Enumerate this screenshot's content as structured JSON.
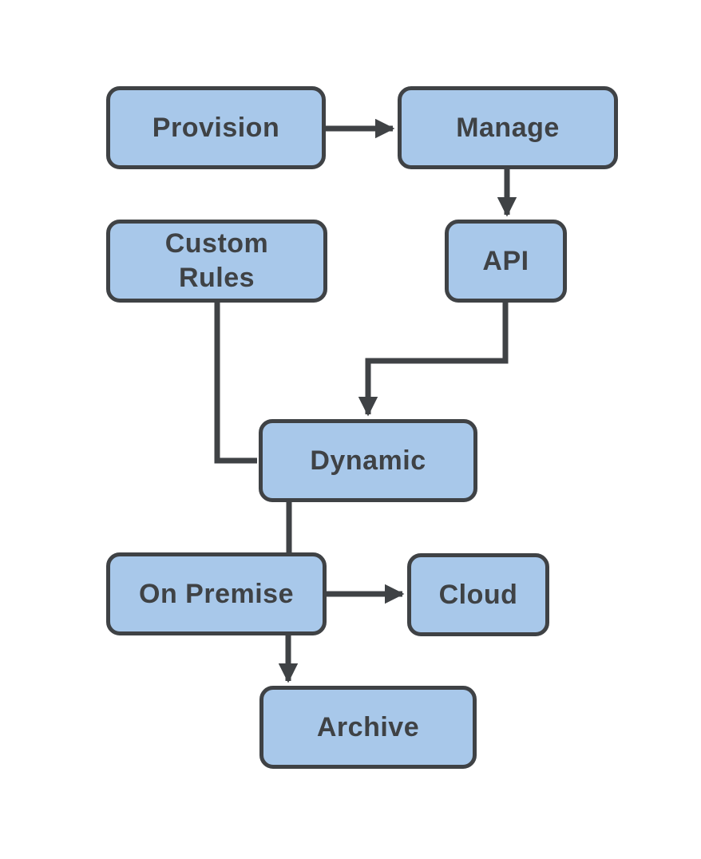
{
  "diagram": {
    "type": "flowchart",
    "colors": {
      "background": "#ffffff",
      "node_fill": "#a8c8ea",
      "node_border": "#3f4245",
      "edge": "#3f4245",
      "text": "#3f4245"
    },
    "nodes": [
      {
        "id": "provision",
        "label": "Provision"
      },
      {
        "id": "manage",
        "label": "Manage"
      },
      {
        "id": "custom-rules",
        "label": "Custom Rules"
      },
      {
        "id": "api",
        "label": "API"
      },
      {
        "id": "dynamic",
        "label": "Dynamic"
      },
      {
        "id": "on-premise",
        "label": "On Premise"
      },
      {
        "id": "cloud",
        "label": "Cloud"
      },
      {
        "id": "archive",
        "label": "Archive"
      }
    ],
    "edges": [
      {
        "from": "provision",
        "to": "manage",
        "arrow": true
      },
      {
        "from": "manage",
        "to": "api",
        "arrow": true
      },
      {
        "from": "api",
        "to": "dynamic",
        "arrow": true
      },
      {
        "from": "custom-rules",
        "to": "dynamic",
        "arrow": false
      },
      {
        "from": "dynamic",
        "to": "on-premise",
        "arrow": false
      },
      {
        "from": "on-premise",
        "to": "cloud",
        "arrow": true
      },
      {
        "from": "on-premise",
        "to": "archive",
        "arrow": true
      }
    ]
  }
}
